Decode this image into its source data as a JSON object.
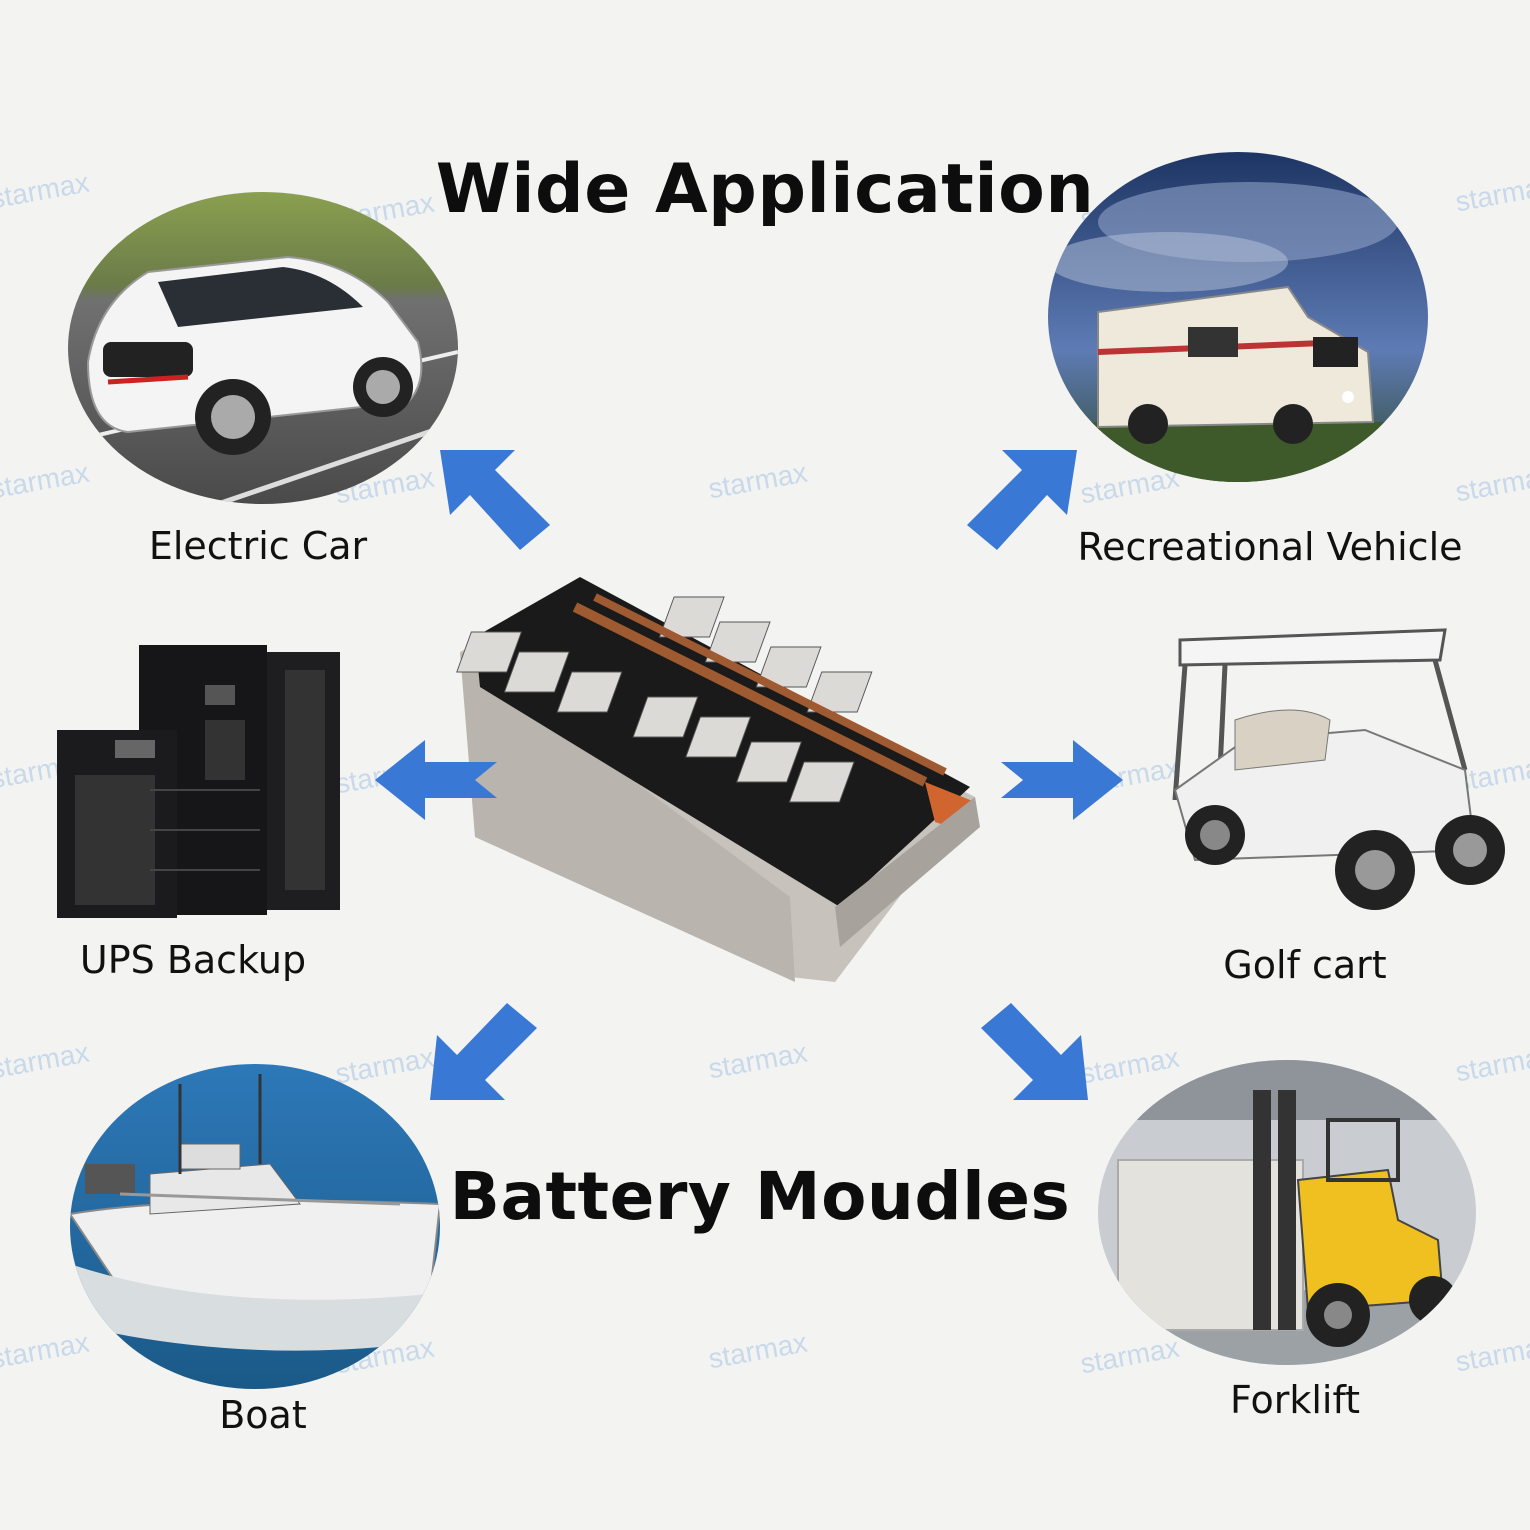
{
  "titles": {
    "top": "Wide Application",
    "bottom": "Battery Moudles"
  },
  "watermark": "starmax",
  "accent_color": "#3a78d6",
  "applications": [
    {
      "label": "Electric Car",
      "icon": "electric-car-image"
    },
    {
      "label": "Recreational Vehicle",
      "icon": "rv-image"
    },
    {
      "label": "UPS Backup",
      "icon": "ups-image"
    },
    {
      "label": "Golf cart",
      "icon": "golf-cart-image"
    },
    {
      "label": "Boat",
      "icon": "boat-image"
    },
    {
      "label": "Forklift",
      "icon": "forklift-image"
    }
  ]
}
